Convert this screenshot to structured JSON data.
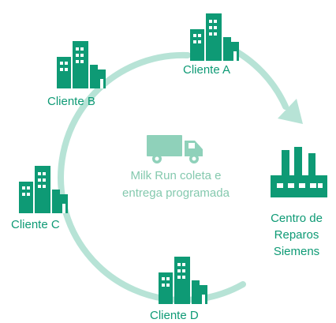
{
  "colors": {
    "brand": "#0e9a75",
    "cycle": "#b7e3d6",
    "truck": "#8fd1ba",
    "center_text": "#84c9ae"
  },
  "center": {
    "icon": "truck-icon",
    "line1": "Milk Run coleta e",
    "line2": "entrega programada"
  },
  "clients": [
    {
      "label": "Cliente A",
      "icon": "buildings-icon"
    },
    {
      "label": "Cliente B",
      "icon": "buildings-icon"
    },
    {
      "label": "Cliente C",
      "icon": "buildings-icon"
    },
    {
      "label": "Cliente D",
      "icon": "buildings-icon"
    }
  ],
  "repair_center": {
    "icon": "factory-icon",
    "line1": "Centro de",
    "line2": "Reparos",
    "line3": "Siemens"
  }
}
